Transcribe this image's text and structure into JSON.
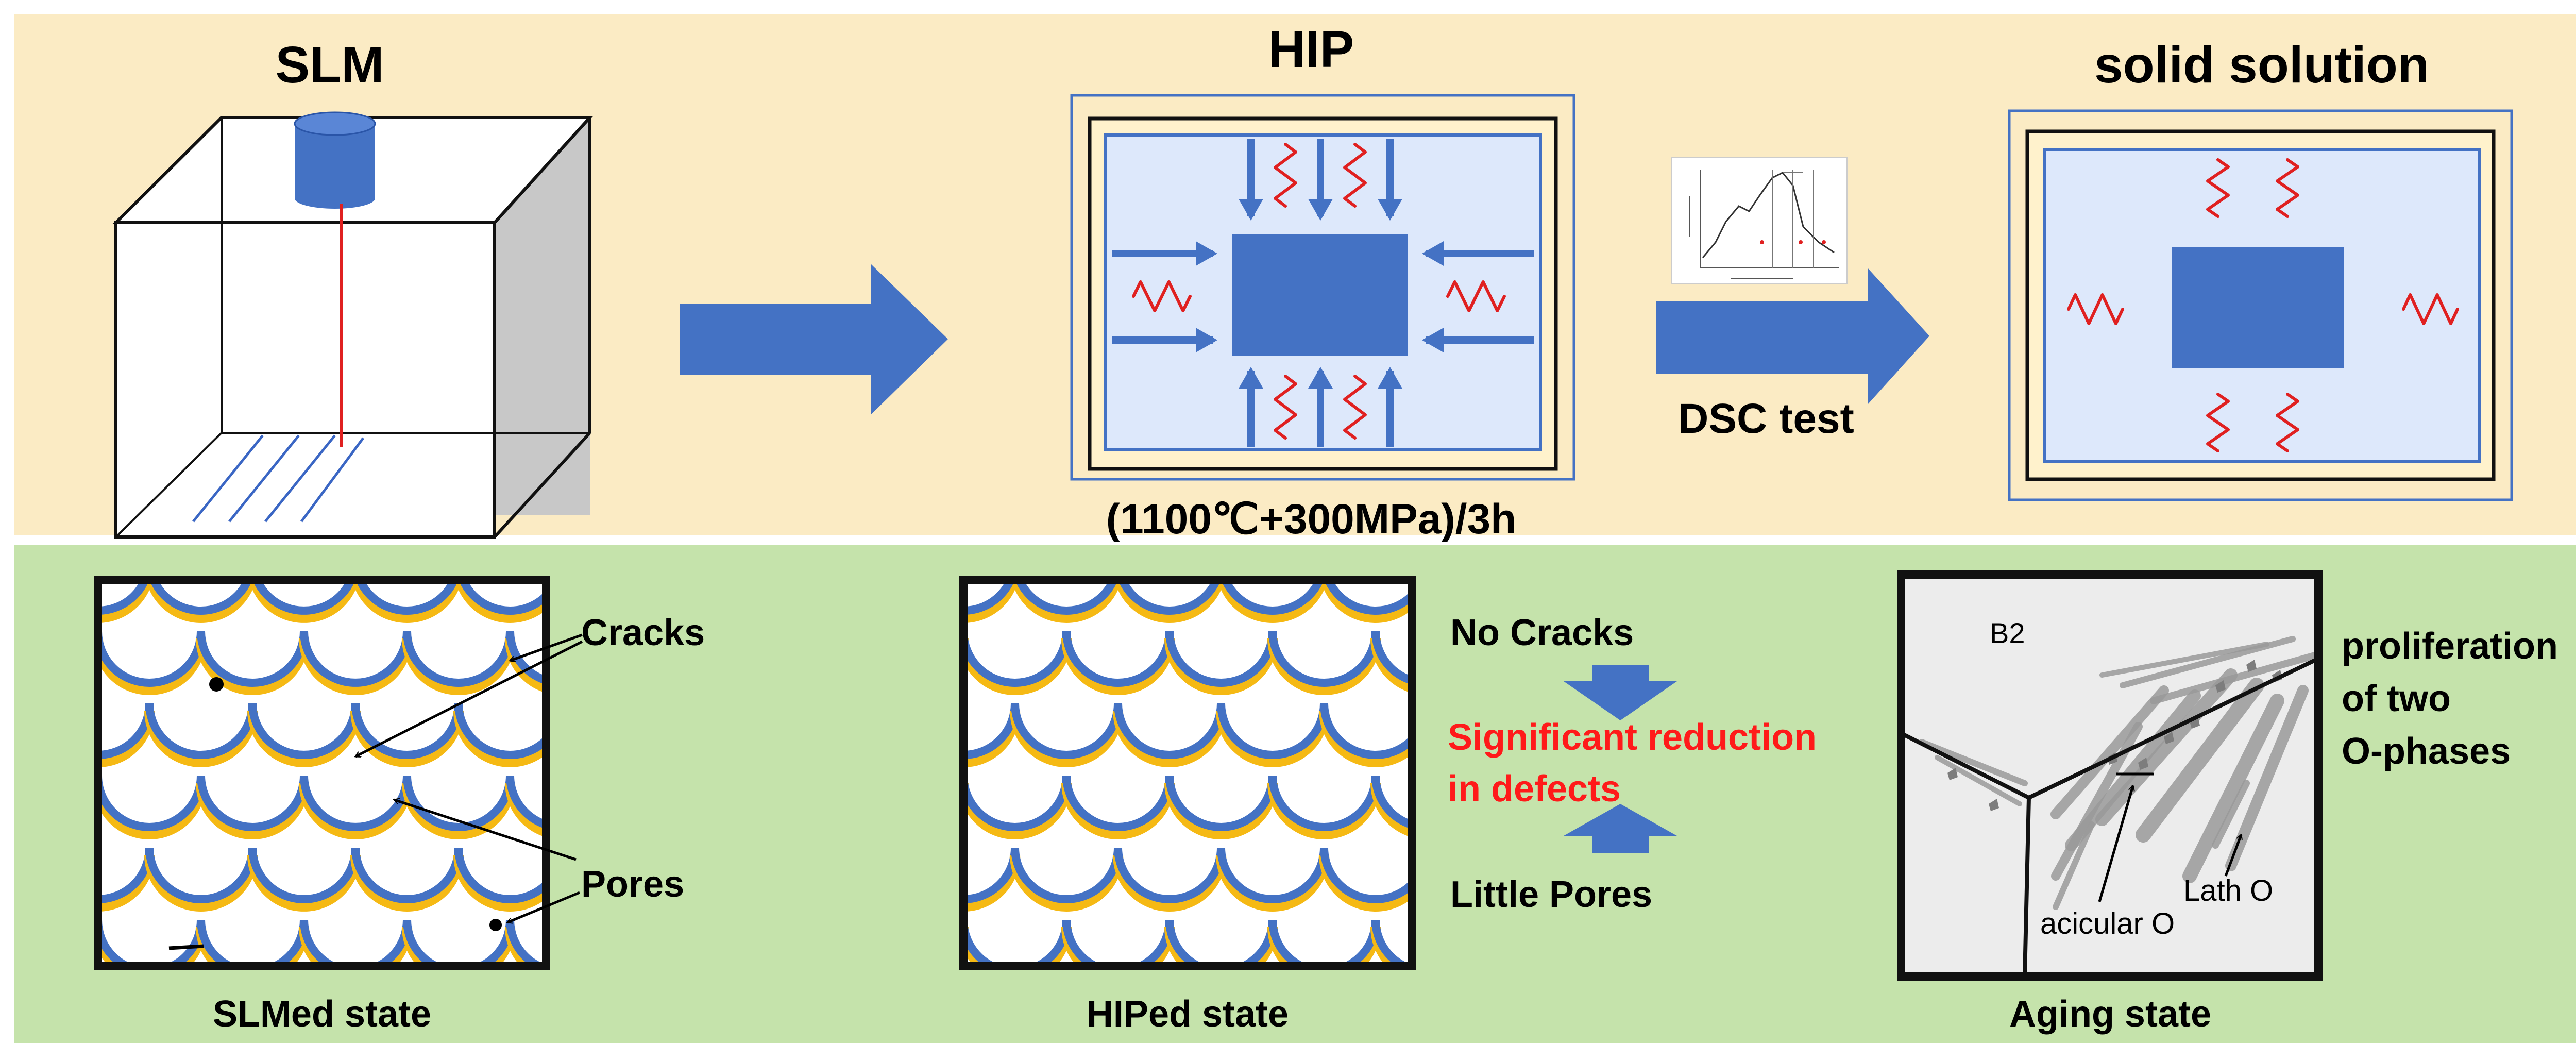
{
  "top": {
    "slm_title": "SLM",
    "hip_title": "HIP",
    "hip_condition": "(1100℃+300MPa)/3h",
    "dsc_label": "DSC test",
    "solution_title": "solid solution"
  },
  "bottom": {
    "slmed_caption": "SLMed state",
    "hiped_caption": "HIPed state",
    "aging_caption": "Aging state",
    "cracks_label": "Cracks",
    "pores_label": "Pores",
    "no_cracks_label": "No Cracks",
    "little_pores_label": "Little Pores",
    "reduction_line1": "Significant reduction",
    "reduction_line2": "in defects",
    "b2_label": "B2",
    "acicular_label": "acicular O",
    "lath_label": "Lath O",
    "proliferation_line1": "proliferation",
    "proliferation_line2": "of two",
    "proliferation_line3": "O-phases"
  },
  "colors": {
    "top_panel_bg": "#fbebc4",
    "bottom_panel_bg": "#c5e3ab",
    "accent_blue": "#4472c4",
    "light_blue": "#dde8fb",
    "heat_red": "#e02020",
    "gold": "#f5b914",
    "highlight_red": "#ff1a1a"
  }
}
